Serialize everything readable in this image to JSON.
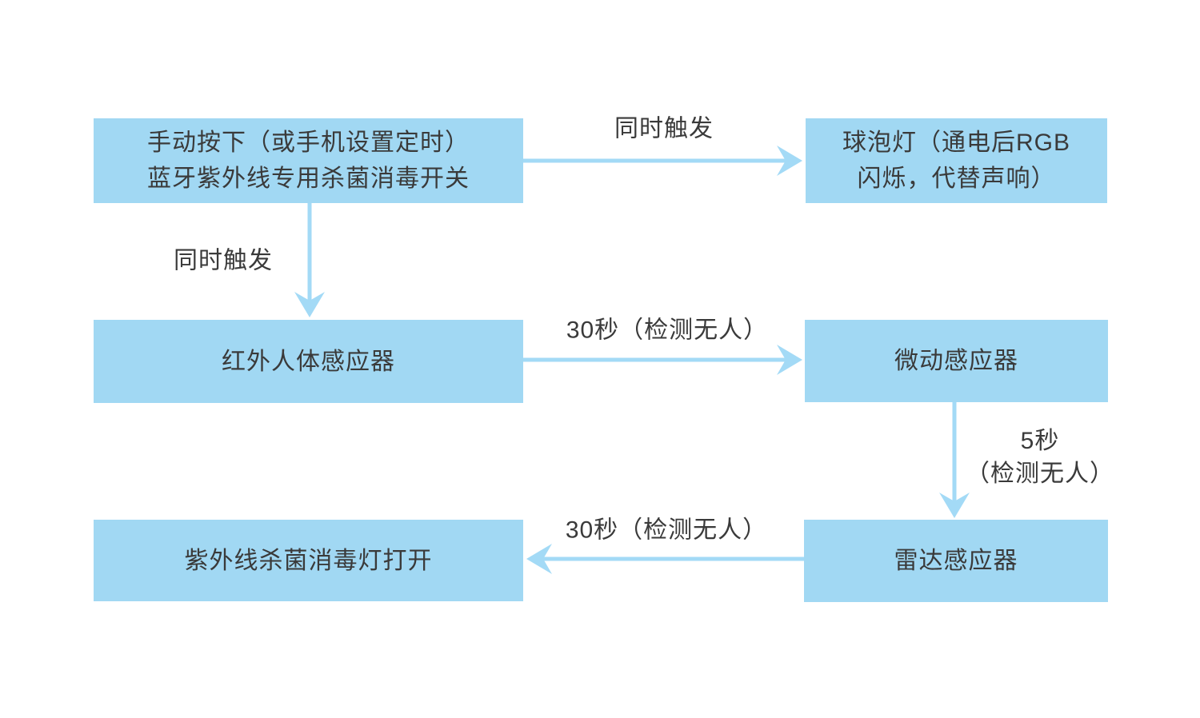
{
  "colors": {
    "box_fill": "#a1d8f3",
    "arrow": "#a3daf6",
    "text": "#3a3a3a",
    "background": "#ffffff"
  },
  "diagram": {
    "type": "flowchart",
    "nodes": [
      {
        "name": "manual-switch",
        "lines": [
          "手动按下（或手机设置定时）",
          "蓝牙紫外线专用杀菌消毒开关"
        ]
      },
      {
        "name": "bulb-light",
        "lines": [
          "球泡灯（通电后RGB",
          "闪烁，代替声响）"
        ]
      },
      {
        "name": "infrared-body-sensor",
        "lines": [
          "红外人体感应器"
        ]
      },
      {
        "name": "micro-motion-sensor",
        "lines": [
          "微动感应器"
        ]
      },
      {
        "name": "uv-disinfection-lamp-on",
        "lines": [
          "紫外线杀菌消毒灯打开"
        ]
      },
      {
        "name": "radar-sensor",
        "lines": [
          "雷达感应器"
        ]
      }
    ],
    "edges": [
      {
        "name": "manual-to-bulb",
        "label": "同时触发"
      },
      {
        "name": "manual-to-infrared",
        "label": "同时触发"
      },
      {
        "name": "infrared-to-micro",
        "label": "30秒（检测无人）"
      },
      {
        "name": "micro-to-radar",
        "label_lines": [
          "5秒",
          "（检测无人）"
        ]
      },
      {
        "name": "radar-to-uv",
        "label": "30秒（检测无人）"
      }
    ]
  }
}
